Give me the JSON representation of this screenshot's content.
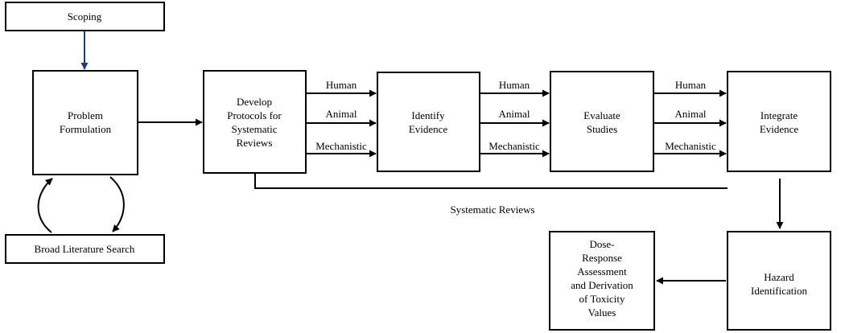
{
  "nodes": {
    "scoping": [
      "Scoping"
    ],
    "problem_formulation": [
      "Problem",
      "Formulation"
    ],
    "broad_search": [
      "Broad Literature Search"
    ],
    "develop_protocols": [
      "Develop",
      "Protocols for",
      "Systematic",
      "Reviews"
    ],
    "identify_evidence": [
      "Identify",
      "Evidence"
    ],
    "evaluate_studies": [
      "Evaluate",
      "Studies"
    ],
    "integrate_evidence": [
      "Integrate",
      "Evidence"
    ],
    "hazard_identification": [
      "Hazard",
      "Identification"
    ],
    "dose_response": [
      "Dose-",
      "Response",
      "Assessment",
      "and Derivation",
      "of Toxicity",
      "Values"
    ]
  },
  "streams": [
    "Human",
    "Animal",
    "Mechanistic"
  ],
  "systematic_reviews_label": "Systematic Reviews",
  "colors": {
    "line": "#000000",
    "scoping_arrow": "#1f3a78"
  }
}
